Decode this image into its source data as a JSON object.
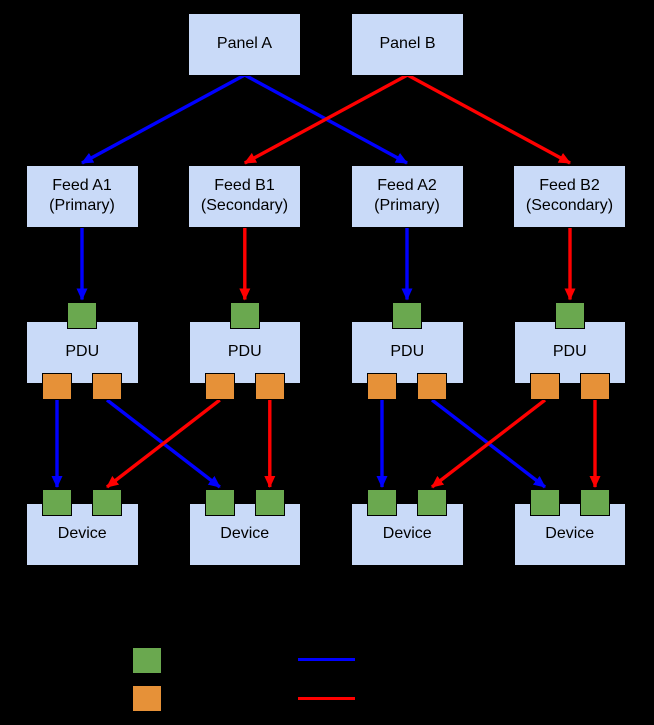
{
  "colors": {
    "background": "#000000",
    "node_fill": "#c9daf8",
    "node_border": "#000000",
    "text": "#000000",
    "inlet": "#6aa84f",
    "outlet": "#e69138",
    "primary": "#0000ff",
    "secondary": "#ff0000"
  },
  "nodes": {
    "panels": [
      {
        "label": "Panel A"
      },
      {
        "label": "Panel B"
      }
    ],
    "feeds": [
      {
        "name": "Feed A1",
        "type": "(Primary)"
      },
      {
        "name": "Feed B1",
        "type": "(Secondary)"
      },
      {
        "name": "Feed A2",
        "type": "(Primary)"
      },
      {
        "name": "Feed B2",
        "type": "(Secondary)"
      }
    ],
    "pdus": [
      {
        "label": "PDU"
      },
      {
        "label": "PDU"
      },
      {
        "label": "PDU"
      },
      {
        "label": "PDU"
      }
    ],
    "devices": [
      {
        "label": "Device"
      },
      {
        "label": "Device"
      },
      {
        "label": "Device"
      },
      {
        "label": "Device"
      }
    ]
  },
  "connections": [
    {
      "from": "panel-a",
      "to": "feed-a1",
      "type": "primary"
    },
    {
      "from": "panel-a",
      "to": "feed-a2",
      "type": "primary"
    },
    {
      "from": "panel-b",
      "to": "feed-b1",
      "type": "secondary"
    },
    {
      "from": "panel-b",
      "to": "feed-b2",
      "type": "secondary"
    },
    {
      "from": "feed-a1",
      "to": "pdu-1",
      "type": "primary"
    },
    {
      "from": "feed-b1",
      "to": "pdu-2",
      "type": "secondary"
    },
    {
      "from": "feed-a2",
      "to": "pdu-3",
      "type": "primary"
    },
    {
      "from": "feed-b2",
      "to": "pdu-4",
      "type": "secondary"
    },
    {
      "from": "pdu-1-outlet-left",
      "to": "device-1-inlet-left",
      "type": "primary"
    },
    {
      "from": "pdu-1-outlet-right",
      "to": "device-2-inlet-left",
      "type": "primary"
    },
    {
      "from": "pdu-2-outlet-left",
      "to": "device-1-inlet-right",
      "type": "secondary"
    },
    {
      "from": "pdu-2-outlet-right",
      "to": "device-2-inlet-right",
      "type": "secondary"
    },
    {
      "from": "pdu-3-outlet-left",
      "to": "device-3-inlet-left",
      "type": "primary"
    },
    {
      "from": "pdu-3-outlet-right",
      "to": "device-4-inlet-left",
      "type": "primary"
    },
    {
      "from": "pdu-4-outlet-left",
      "to": "device-3-inlet-right",
      "type": "secondary"
    },
    {
      "from": "pdu-4-outlet-right",
      "to": "device-4-inlet-right",
      "type": "secondary"
    }
  ],
  "legend": {
    "items": [
      {
        "swatch": "green-square"
      },
      {
        "swatch": "orange-square"
      },
      {
        "swatch": "blue-line"
      },
      {
        "swatch": "red-line"
      }
    ]
  }
}
